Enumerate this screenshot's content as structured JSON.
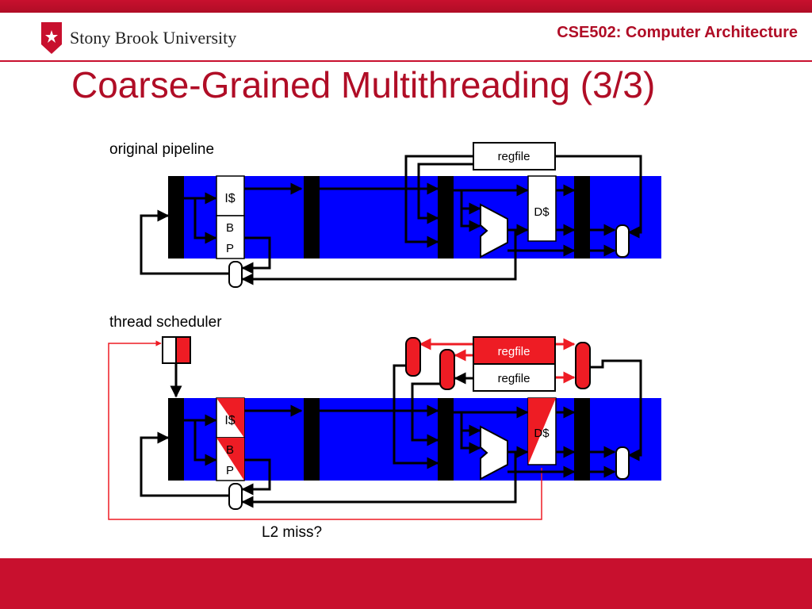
{
  "header": {
    "university": "Stony Brook University",
    "course": "CSE502: Computer Architecture",
    "title": "Coarse-Grained Multithreading (3/3)"
  },
  "diagram": {
    "original_label": "original pipeline",
    "scheduler_label": "thread scheduler",
    "icache": "I$",
    "bp_top": "B",
    "bp_bottom": "P",
    "dcache": "D$",
    "regfile": "regfile",
    "l2_miss": "L2 miss?"
  },
  "colors": {
    "accent": "#c8102e",
    "pipeline": "#0000ff",
    "highlight": "#ee1c24"
  }
}
